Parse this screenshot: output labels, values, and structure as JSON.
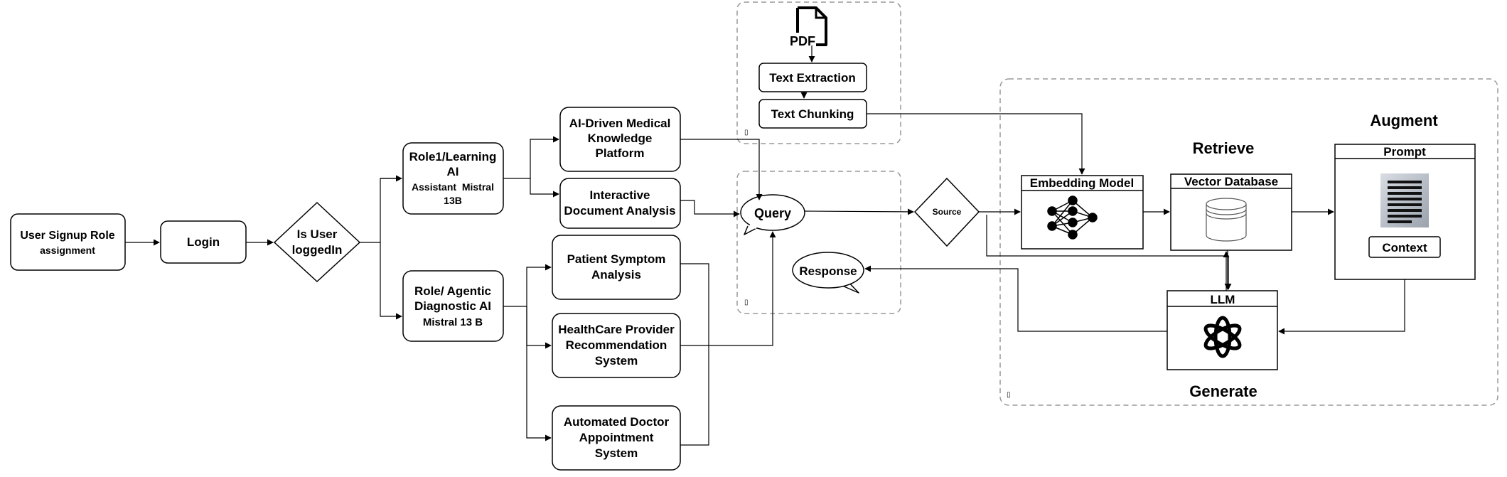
{
  "start": {
    "line1": "User Signup Role",
    "line2": "assignment"
  },
  "login": "Login",
  "decision": {
    "line1": "Is User",
    "line2": "loggedIn"
  },
  "role1": {
    "line1": "Role1/Learning",
    "line2": "AI",
    "line3": "Assistant  Mistral",
    "line4": "13B"
  },
  "role2": {
    "line1": "Role/ Agentic",
    "line2": "Diagnostic AI",
    "line3": "Mistral 13 B"
  },
  "ai_platform": {
    "line1": "AI-Driven Medical",
    "line2": "Knowledge",
    "line3": "Platform"
  },
  "doc_analysis": {
    "line1": "Interactive",
    "line2": "Document Analysis"
  },
  "symptom": {
    "line1": "Patient Symptom",
    "line2": "Analysis"
  },
  "provider": {
    "line1": "HealthCare Provider",
    "line2": "Recommendation",
    "line3": "System"
  },
  "appointment": {
    "line1": "Automated Doctor",
    "line2": "Appointment",
    "line3": "System"
  },
  "pdf_label": "PDF",
  "text_extraction": "Text Extraction",
  "text_chunking": "Text Chunking",
  "query": "Query",
  "response": "Response",
  "source": "Source",
  "embedding": "Embedding Model",
  "vector_db": "Vector Database",
  "prompt": "Prompt",
  "context": "Context",
  "llm": "LLM",
  "retrieve": "Retrieve",
  "augment": "Augment",
  "generate": "Generate"
}
